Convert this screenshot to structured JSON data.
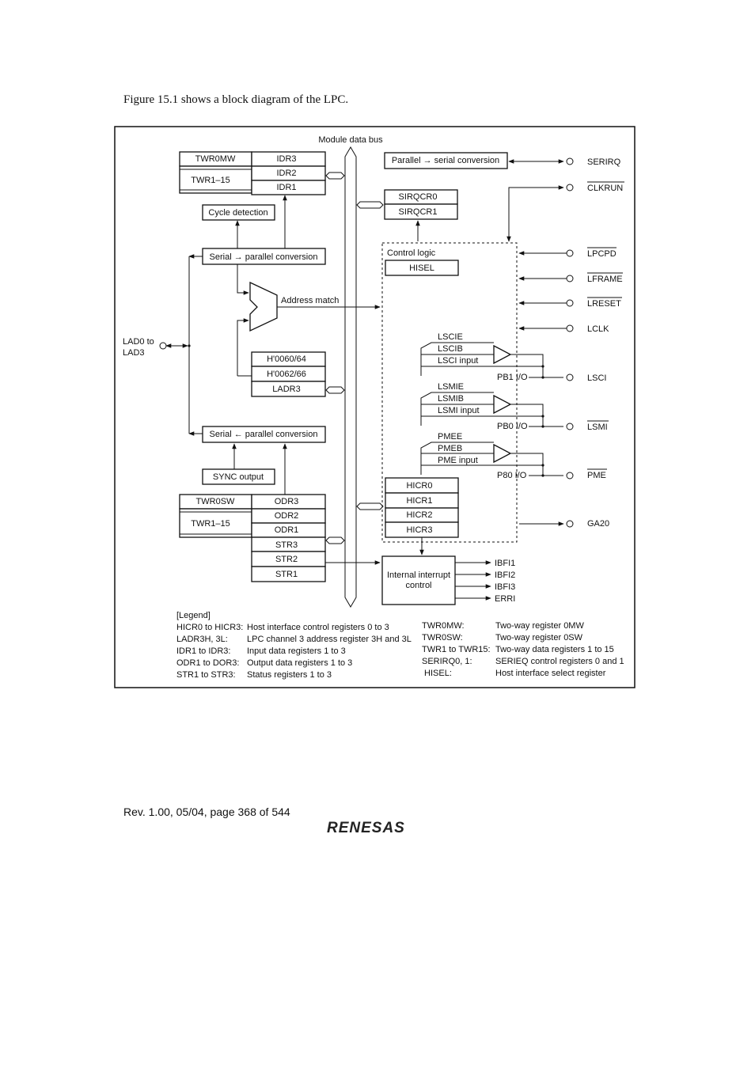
{
  "intro": "Figure 15.1 shows a block diagram of the LPC.",
  "footer": "Rev. 1.00, 05/04, page 368 of 544",
  "logo": "RENESAS",
  "diagram": {
    "bus": "Module data bus",
    "twr0mw": "TWR0MW",
    "twr115a": "TWR1–15",
    "idr3": "IDR3",
    "idr2": "IDR2",
    "idr1": "IDR1",
    "cycle": "Cycle detection",
    "s2p": "Serial → parallel conversion",
    "addr_match": "Address match",
    "h0060": "H'0060/64",
    "h0062": "H'0062/66",
    "ladr3": "LADR3",
    "p2s": "Serial ← parallel conversion",
    "sync": "SYNC output",
    "twr0sw": "TWR0SW",
    "twr115b": "TWR1–15",
    "odr3": "ODR3",
    "odr2": "ODR2",
    "odr1": "ODR1",
    "str3": "STR3",
    "str2": "STR2",
    "str1": "STR1",
    "lad_l1": "LAD0 to",
    "lad_l2": "LAD3",
    "par_ser": "Parallel → serial conversion",
    "sirqcr0": "SIRQCR0",
    "sirqcr1": "SIRQCR1",
    "control_logic": "Control logic",
    "hisel": "HISEL",
    "lscie": "LSCIE",
    "lscib": "LSCIB",
    "lsci_in": "LSCI input",
    "lsmie": "LSMIE",
    "lsmib": "LSMIB",
    "lsmi_in": "LSMI input",
    "pmee": "PMEE",
    "pmeb": "PMEB",
    "pme_in": "PME input",
    "pb1": "PB1 I/O",
    "pb0": "PB0 I/O",
    "p80": "P80 I/O",
    "hicr0": "HICR0",
    "hicr1": "HICR1",
    "hicr2": "HICR2",
    "hicr3": "HICR3",
    "iic_1": "Internal interrupt",
    "iic_2": "control",
    "ibfi1": "IBFI1",
    "ibfi2": "IBFI2",
    "ibfi3": "IBFI3",
    "erri": "ERRI",
    "serirq": "SERIRQ",
    "clkrun": "CLKRUN",
    "lpcpd": "LPCPD",
    "lframe": "LFRAME",
    "lreset": "LRESET",
    "lclk": "LCLK",
    "lsci": "LSCI",
    "lsmi": "LSMI",
    "pme": "PME",
    "ga20": "GA20"
  },
  "legend": {
    "title": "[Legend]",
    "left": [
      {
        "term": "HICR0 to HICR3:",
        "desc": "Host interface control registers 0 to 3"
      },
      {
        "term": "LADR3H, 3L:",
        "desc": "LPC channel 3 address register 3H and 3L"
      },
      {
        "term": "IDR1 to IDR3:",
        "desc": "Input data registers 1 to 3"
      },
      {
        "term": "ODR1 to DOR3:",
        "desc": "Output data registers 1 to 3"
      },
      {
        "term": "STR1 to STR3:",
        "desc": "Status registers 1 to 3"
      }
    ],
    "right": [
      {
        "term": "TWR0MW:",
        "desc": "Two-way register 0MW"
      },
      {
        "term": "TWR0SW:",
        "desc": "Two-way register 0SW"
      },
      {
        "term": "TWR1 to TWR15:",
        "desc": "Two-way data registers 1 to 15"
      },
      {
        "term": "SERIRQ0, 1:",
        "desc": "SERIEQ control registers 0 and 1"
      },
      {
        "term": " HISEL:",
        "desc": "Host interface select register"
      }
    ]
  }
}
